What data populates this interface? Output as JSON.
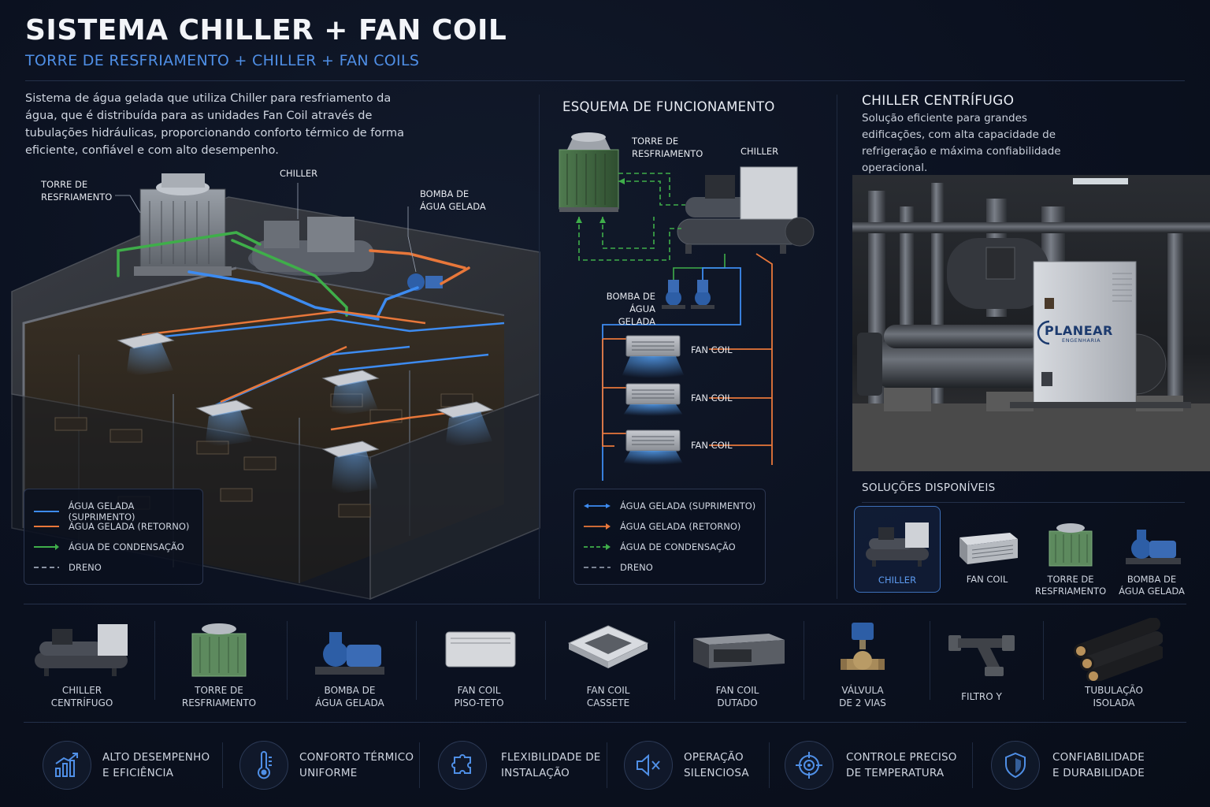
{
  "header": {
    "title": "SISTEMA CHILLER + FAN COIL",
    "subtitle": "TORRE DE RESFRIAMENTO + CHILLER + FAN COILS"
  },
  "intro": {
    "text": "Sistema de água gelada que utiliza Chiller para resfriamento da água, que é distribuída para as unidades Fan Coil através de tubulações hidráulicas, proporcionando conforto térmico de forma eficiente, confiável e com alto desempenho."
  },
  "building": {
    "label_tower_1": "TORRE DE",
    "label_tower_2": "RESFRIAMENTO",
    "label_chiller": "CHILLER",
    "label_pump_1": "BOMBA DE",
    "label_pump_2": "ÁGUA GELADA"
  },
  "legend": {
    "supply": "ÁGUA GELADA (SUPRIMENTO)",
    "return": "ÁGUA GELADA (RETORNO)",
    "condensation": "ÁGUA DE CONDENSAÇÃO",
    "drain": "DRENO"
  },
  "scheme": {
    "title": "ESQUEMA DE FUNCIONAMENTO",
    "tower_1": "TORRE DE",
    "tower_2": "RESFRIAMENTO",
    "chiller": "CHILLER",
    "pump_1": "BOMBA DE",
    "pump_2": "ÁGUA GELADA",
    "fancoils": [
      "FAN COIL",
      "FAN COIL",
      "FAN COIL"
    ]
  },
  "centrifugal": {
    "title": "CHILLER CENTRÍFUGO",
    "description": "Solução eficiente para grandes edificações, com alta capacidade de refrigeração e máxima confiabilidade operacional.",
    "brand": "PLANEAR",
    "brand_sub": "ENGENHARIA"
  },
  "solutions": {
    "title": "SOLUÇÕES DISPONÍVEIS",
    "items": [
      {
        "line1": "CHILLER",
        "line2": "",
        "icon": "chiller-icon"
      },
      {
        "line1": "FAN COIL",
        "line2": "",
        "icon": "fan-coil-icon"
      },
      {
        "line1": "TORRE DE",
        "line2": "RESFRIAMENTO",
        "icon": "cooling-tower-icon"
      },
      {
        "line1": "BOMBA DE",
        "line2": "ÁGUA GELADA",
        "icon": "pump-icon"
      }
    ]
  },
  "products": [
    {
      "line1": "CHILLER",
      "line2": "CENTRÍFUGO",
      "icon": "chiller-icon"
    },
    {
      "line1": "TORRE DE",
      "line2": "RESFRIAMENTO",
      "icon": "cooling-tower-icon"
    },
    {
      "line1": "BOMBA DE",
      "line2": "ÁGUA GELADA",
      "icon": "pump-icon"
    },
    {
      "line1": "FAN COIL",
      "line2": "PISO-TETO",
      "icon": "floor-ceiling-fancoil-icon"
    },
    {
      "line1": "FAN COIL",
      "line2": "CASSETE",
      "icon": "cassette-fancoil-icon"
    },
    {
      "line1": "FAN COIL",
      "line2": "DUTADO",
      "icon": "ducted-fancoil-icon"
    },
    {
      "line1": "VÁLVULA",
      "line2": "DE 2 VIAS",
      "icon": "valve-icon"
    },
    {
      "line1": "FILTRO Y",
      "line2": "",
      "icon": "y-filter-icon"
    },
    {
      "line1": "TUBULAÇÃO",
      "line2": "ISOLADA",
      "icon": "insulated-pipe-icon"
    }
  ],
  "features": [
    {
      "line1": "ALTO DESEMPENHO",
      "line2": "E EFICIÊNCIA",
      "icon": "bar-chart-icon"
    },
    {
      "line1": "CONFORTO TÉRMICO",
      "line2": "UNIFORME",
      "icon": "thermometer-icon"
    },
    {
      "line1": "FLEXIBILIDADE DE",
      "line2": "INSTALAÇÃO",
      "icon": "puzzle-icon"
    },
    {
      "line1": "OPERAÇÃO",
      "line2": "SILENCIOSA",
      "icon": "mute-speaker-icon"
    },
    {
      "line1": "CONTROLE PRECISO",
      "line2": "DE TEMPERATURA",
      "icon": "target-icon"
    },
    {
      "line1": "CONFIABILIDADE",
      "line2": "E DURABILIDADE",
      "icon": "shield-icon"
    }
  ],
  "colors": {
    "supply": "#3d8bf0",
    "return": "#e8773a",
    "condensation": "#3fae4a",
    "drain": "#8a93a3",
    "accent": "#4f8fe6"
  }
}
